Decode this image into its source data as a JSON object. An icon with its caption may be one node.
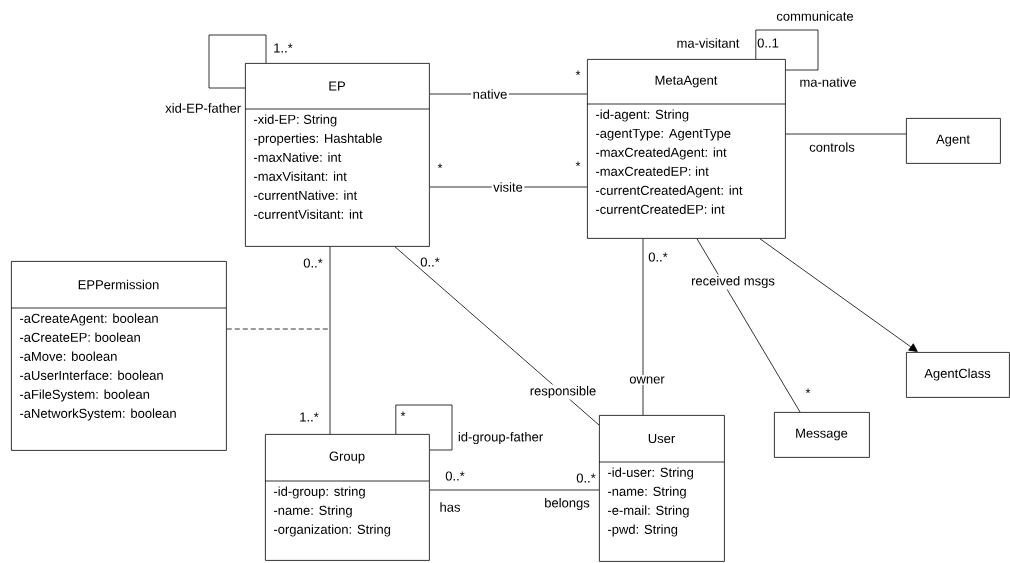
{
  "diagram": {
    "nodes": [
      {
        "text": [
          "EP",
          "-xid-EP: String",
          "-properties: Hashtable",
          "-maxNative: int",
          "-maxVisitant: int",
          "-currentNative: int",
          "-currentVisitant: int"
        ]
      },
      {
        "text": [
          "MetaAgent",
          "-id-agent: String",
          "-agentType: AgentType",
          "-maxCreatedAgent: int",
          "-maxCreatedEP: int",
          "-currentCreatedAgent: int",
          "-currentCreatedEP: int"
        ]
      },
      {
        "text": [
          "Agent"
        ]
      },
      {
        "text": [
          "EPPermission",
          "-aCreateAgent: boolean",
          "-aCreateEP: boolean",
          "-aMove: boolean",
          "-aUserInterface: boolean",
          "-aFileSystem: boolean",
          "-aNetworkSystem: boolean"
        ]
      },
      {
        "text": [
          "AgentClass"
        ]
      },
      {
        "text": [
          "Group",
          "-id-group: string",
          "-name: String",
          "-organization: String"
        ]
      },
      {
        "text": [
          "User",
          "-id-user: String",
          "-name: String",
          "-e-mail: String",
          "-pwd: String"
        ]
      },
      {
        "text": [
          "Message"
        ]
      }
    ],
    "edges": [
      {
        "from": 0,
        "to": 0,
        "arrow": "none",
        "label": "xid-EP-father"
      },
      {
        "from": 0,
        "to": 1,
        "arrow": "none",
        "label": "native"
      },
      {
        "from": 0,
        "to": 1,
        "arrow": "none",
        "label": "visite"
      },
      {
        "from": 1,
        "to": 1,
        "arrow": "none",
        "label": "communicate"
      },
      {
        "from": 1,
        "to": 2,
        "arrow": "none",
        "label": "controls"
      },
      {
        "from": 0,
        "to": 5,
        "arrow": "none"
      },
      {
        "from": 3,
        "to": null,
        "arrow": "none",
        "style": "dashed"
      },
      {
        "from": 0,
        "to": 6,
        "arrow": "none",
        "label": "responsible"
      },
      {
        "from": 1,
        "to": 6,
        "arrow": "none",
        "label": "owner"
      },
      {
        "from": 1,
        "to": 7,
        "arrow": "none",
        "label": "received msgs"
      },
      {
        "from": 1,
        "to": 4,
        "arrow": "to"
      },
      {
        "from": 5,
        "to": 5,
        "arrow": "none",
        "label": "id-group-father"
      },
      {
        "from": 5,
        "to": 6,
        "arrow": "none"
      }
    ],
    "labels": [
      "1..*",
      "ma-visitant",
      "0..1",
      "ma-native",
      "*",
      "*",
      "*",
      "0..*",
      "0..*",
      "0..*",
      "1..*",
      "*",
      "0..*",
      "has",
      "0..*",
      "belongs",
      "*"
    ]
  }
}
